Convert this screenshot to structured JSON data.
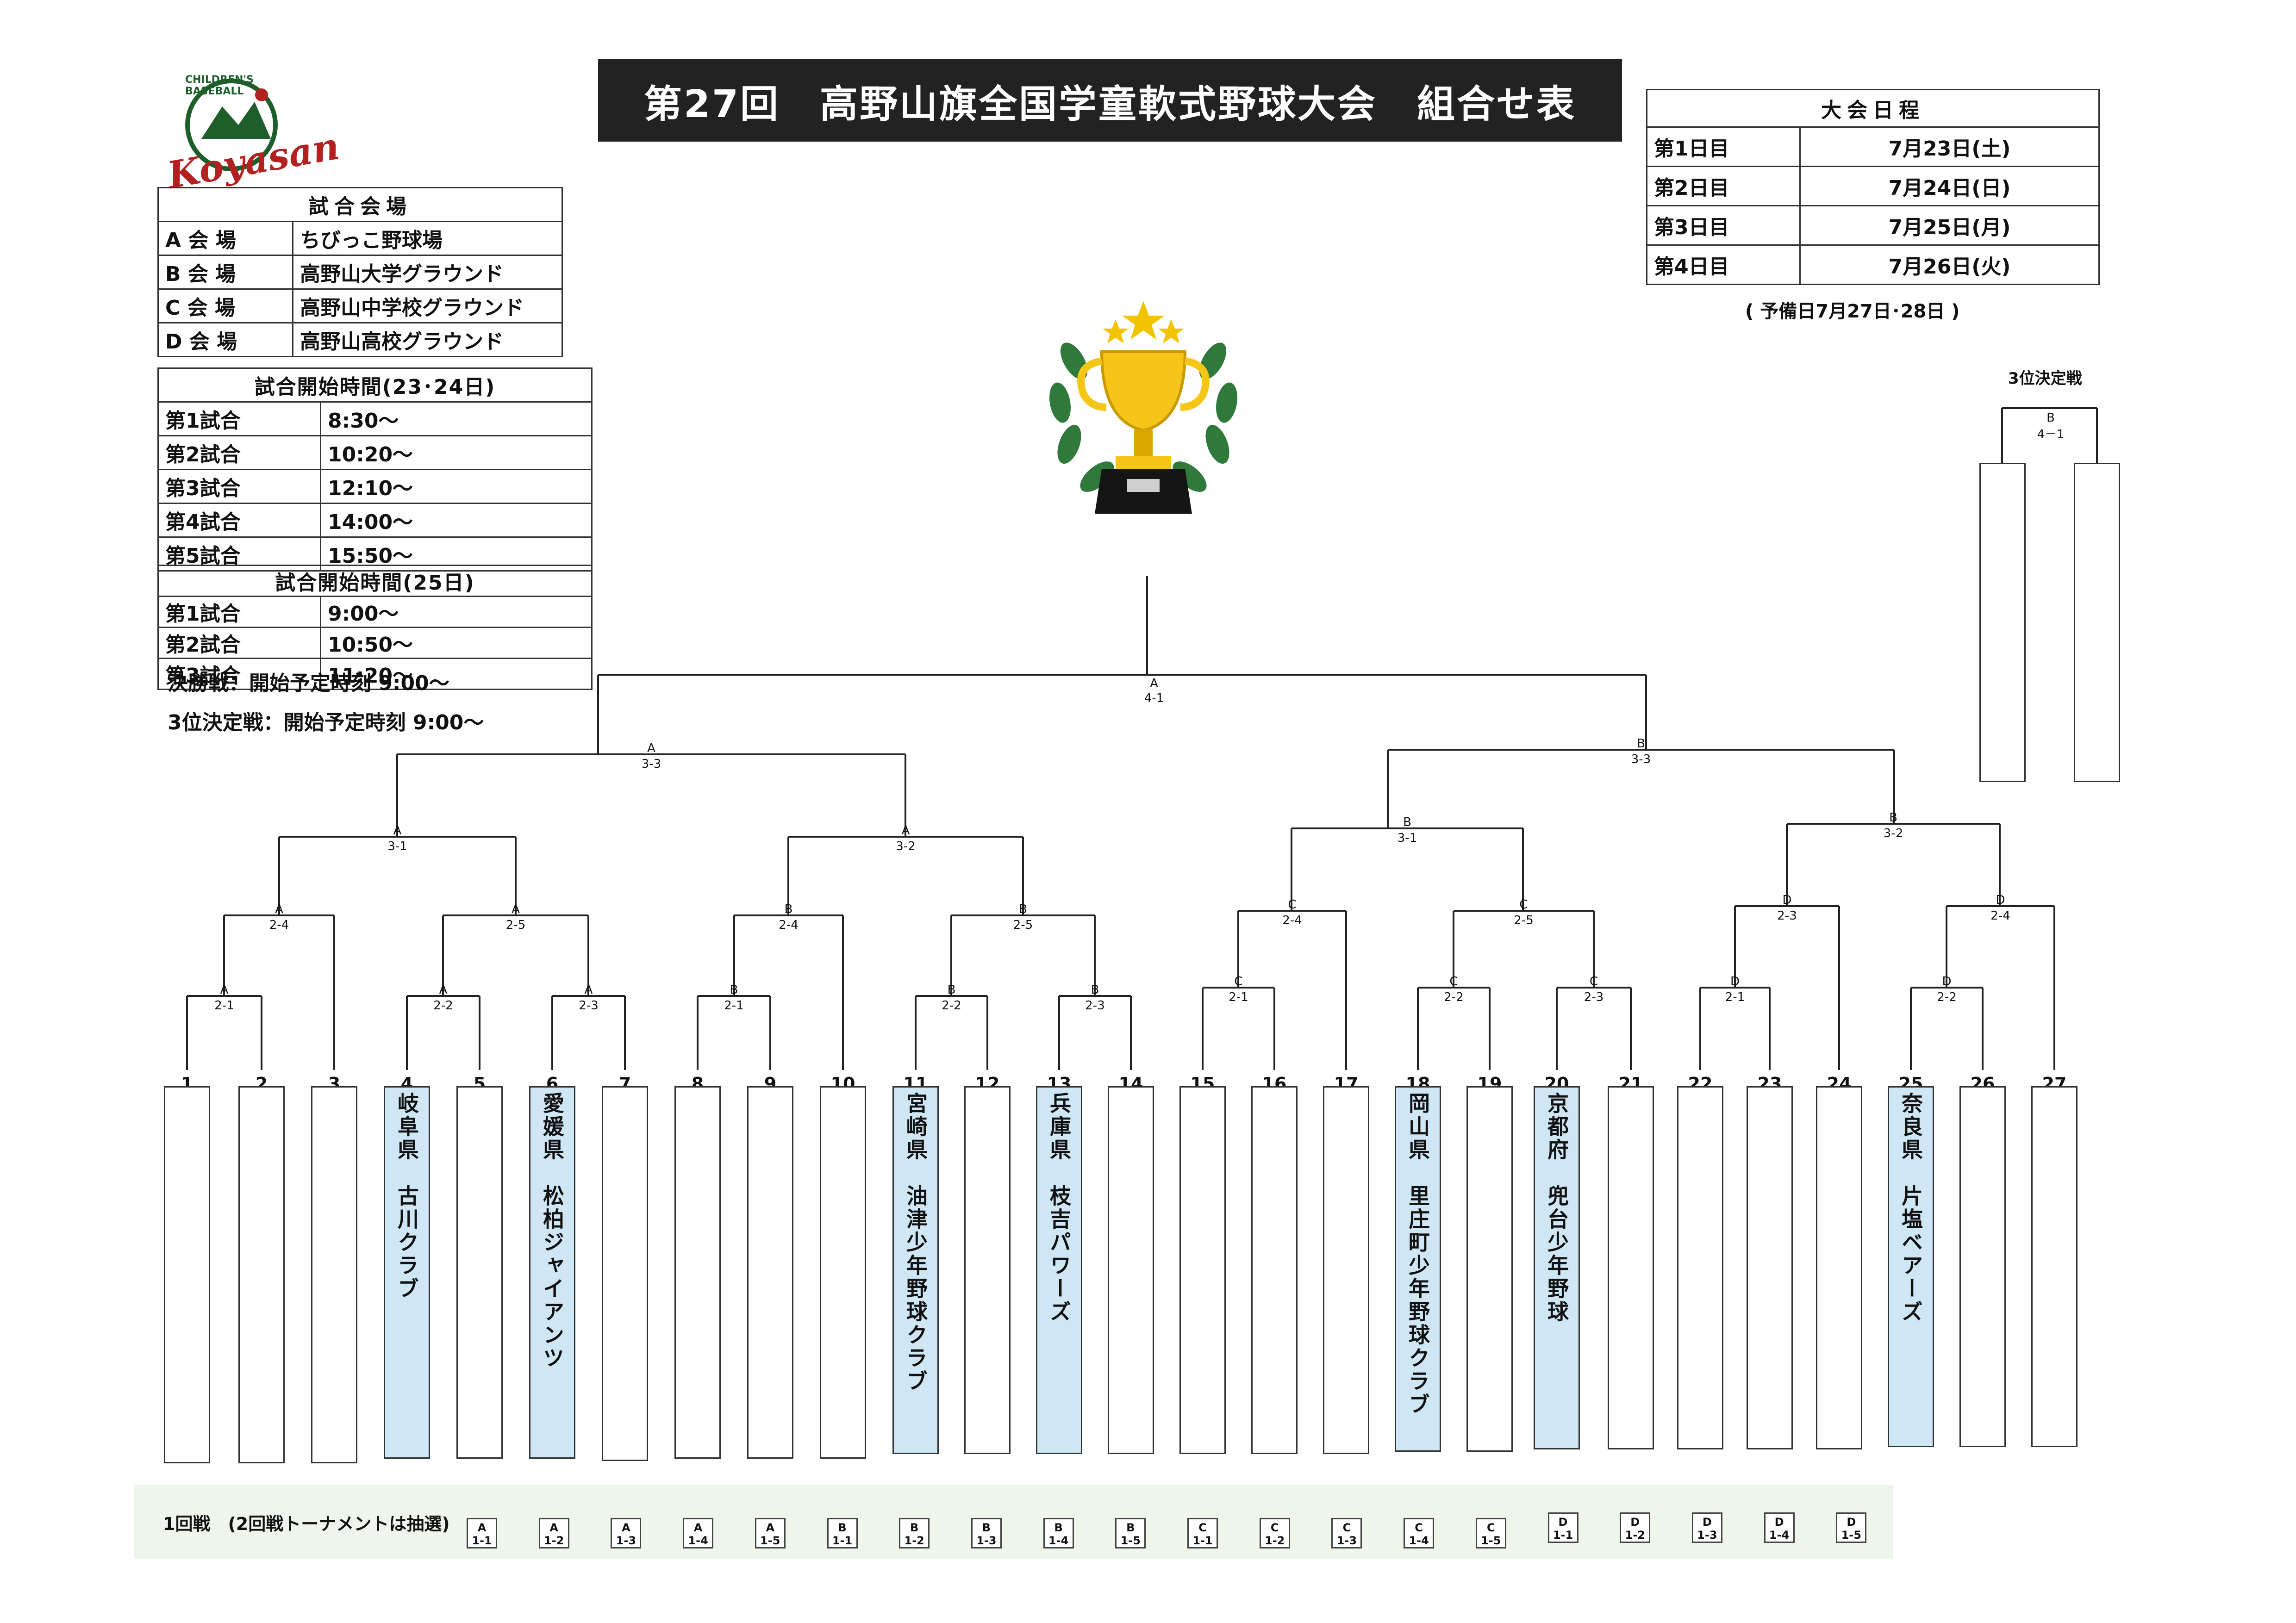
{
  "title": "第27回　高野山旗全国学童軟式野球大会　組合せ表",
  "logo": {
    "arc_text": "CHILDREN'S BASEBALL",
    "script_text": "Koyasan"
  },
  "venues": {
    "header": "試合会場",
    "rows": [
      {
        "code": "A 会 場",
        "name": "ちびっこ野球場"
      },
      {
        "code": "B 会 場",
        "name": "高野山大学グラウンド"
      },
      {
        "code": "C 会 場",
        "name": "高野山中学校グラウンド"
      },
      {
        "code": "D 会 場",
        "name": "高野山高校グラウンド"
      }
    ]
  },
  "times1": {
    "header": "試合開始時間(23･24日)",
    "rows": [
      {
        "game": "第1試合",
        "time": "8:30～"
      },
      {
        "game": "第2試合",
        "time": "10:20～"
      },
      {
        "game": "第3試合",
        "time": "12:10～"
      },
      {
        "game": "第4試合",
        "time": "14:00～"
      },
      {
        "game": "第5試合",
        "time": "15:50～"
      }
    ]
  },
  "times2": {
    "header": "試合開始時間(25日)",
    "rows": [
      {
        "game": "第1試合",
        "time": "9:00～"
      },
      {
        "game": "第2試合",
        "time": "10:50～"
      },
      {
        "game": "第3試合",
        "time": "11:20～"
      }
    ]
  },
  "notes": {
    "final": "決勝戦：開始予定時刻 9:00～",
    "third": "3位決定戦：開始予定時刻 9:00～"
  },
  "schedule": {
    "header": "大会日程",
    "rows": [
      {
        "day": "第1日目",
        "date": "7月23日(土)"
      },
      {
        "day": "第2日目",
        "date": "7月24日(日)"
      },
      {
        "day": "第3日目",
        "date": "7月25日(月)"
      },
      {
        "day": "第4日目",
        "date": "7月26日(火)"
      }
    ],
    "reserve": "( 予備日7月27日･28日 )"
  },
  "third_place": {
    "title": "3位決定戦",
    "venue": "B",
    "game": "4－1"
  },
  "final": {
    "venue": "A",
    "game": "4-1"
  },
  "round1_label": "1回戦　(2回戦トーナメントは抽選)",
  "round1_codes": [
    "A 1-1",
    "A 1-2",
    "A 1-3",
    "A 1-4",
    "A 1-5",
    "B 1-1",
    "B 1-2",
    "B 1-3",
    "B 1-4",
    "B 1-5",
    "C 1-1",
    "C 1-2",
    "C 1-3",
    "C 1-4",
    "C 1-5",
    "D 1-1",
    "D 1-2",
    "D 1-3",
    "D 1-4",
    "D 1-5"
  ],
  "slots": [
    {
      "n": "1",
      "team": ""
    },
    {
      "n": "2",
      "team": ""
    },
    {
      "n": "3",
      "team": ""
    },
    {
      "n": "4",
      "team": "岐阜県　古川クラブ"
    },
    {
      "n": "5",
      "team": ""
    },
    {
      "n": "6",
      "team": "愛媛県　松柏ジャイアンツ"
    },
    {
      "n": "7",
      "team": ""
    },
    {
      "n": "8",
      "team": ""
    },
    {
      "n": "9",
      "team": ""
    },
    {
      "n": "10",
      "team": ""
    },
    {
      "n": "11",
      "team": "宮崎県　油津少年野球クラブ"
    },
    {
      "n": "12",
      "team": ""
    },
    {
      "n": "13",
      "team": "兵庫県　枝吉パワーズ"
    },
    {
      "n": "14",
      "team": ""
    },
    {
      "n": "15",
      "team": ""
    },
    {
      "n": "16",
      "team": ""
    },
    {
      "n": "17",
      "team": ""
    },
    {
      "n": "18",
      "team": "岡山県　里庄町少年野球クラブ"
    },
    {
      "n": "19",
      "team": ""
    },
    {
      "n": "20",
      "team": "京都府　兜台少年野球"
    },
    {
      "n": "21",
      "team": ""
    },
    {
      "n": "22",
      "team": ""
    },
    {
      "n": "23",
      "team": ""
    },
    {
      "n": "24",
      "team": ""
    },
    {
      "n": "25",
      "team": "奈良県　片塩ベアーズ"
    },
    {
      "n": "26",
      "team": ""
    },
    {
      "n": "27",
      "team": ""
    }
  ],
  "matches": [
    {
      "v": "A",
      "g": "2-1"
    },
    {
      "v": "A",
      "g": "2-4"
    },
    {
      "v": "A",
      "g": "2-2"
    },
    {
      "v": "A",
      "g": "2-3"
    },
    {
      "v": "A",
      "g": "2-5"
    },
    {
      "v": "A",
      "g": "3-1"
    },
    {
      "v": "B",
      "g": "2-1"
    },
    {
      "v": "B",
      "g": "2-4"
    },
    {
      "v": "B",
      "g": "2-2"
    },
    {
      "v": "B",
      "g": "2-3"
    },
    {
      "v": "B",
      "g": "2-5"
    },
    {
      "v": "A",
      "g": "3-2"
    },
    {
      "v": "A",
      "g": "3-3"
    },
    {
      "v": "C",
      "g": "2-1"
    },
    {
      "v": "C",
      "g": "2-4"
    },
    {
      "v": "C",
      "g": "2-2"
    },
    {
      "v": "C",
      "g": "2-3"
    },
    {
      "v": "C",
      "g": "2-5"
    },
    {
      "v": "B",
      "g": "3-1"
    },
    {
      "v": "D",
      "g": "2-1"
    },
    {
      "v": "D",
      "g": "2-3"
    },
    {
      "v": "D",
      "g": "2-2"
    },
    {
      "v": "D",
      "g": "2-4"
    },
    {
      "v": "B",
      "g": "3-2"
    },
    {
      "v": "B",
      "g": "3-3"
    }
  ]
}
